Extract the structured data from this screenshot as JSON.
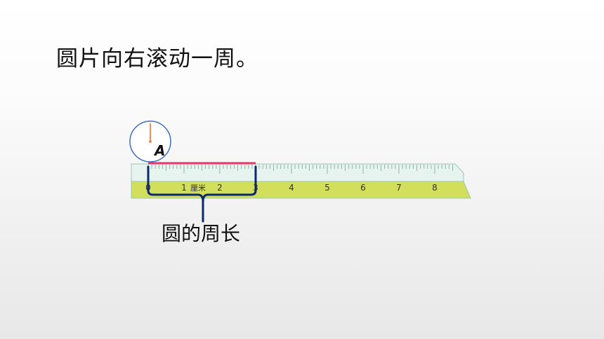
{
  "title": "圆片向右滚动一周。",
  "caption": "圆的周长",
  "point_label": "A",
  "ruler": {
    "numbers": [
      "0",
      "1",
      "2",
      "3",
      "4",
      "5",
      "6",
      "7",
      "8"
    ],
    "unit": "厘米"
  },
  "colors": {
    "ruler_top": "#e6f3ef",
    "ruler_bottom": "#d2df5c",
    "ruler_edge": "#9fc4b6",
    "highlight": "#e8336d",
    "brace": "#0c2a6b",
    "circle_edge": "#3a6fc4",
    "radius": "#f08b5a"
  }
}
